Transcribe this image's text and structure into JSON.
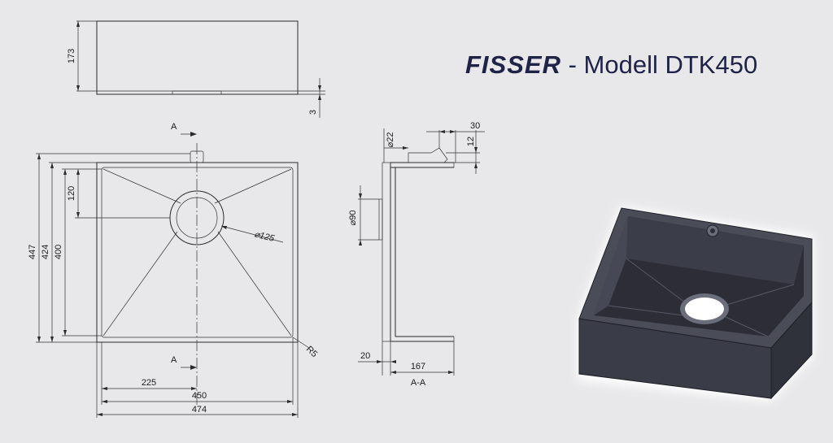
{
  "header": {
    "brand": "FISSER",
    "separator": " - ",
    "model": "Modell DTK450"
  },
  "colors": {
    "background": "#e8e8ea",
    "title": "#1f2347",
    "drawing_lines": "#2a2a2a",
    "sink_body": "#3a3c47",
    "sink_interior": "#2c2d36"
  },
  "top_view": {
    "dim_height": "173",
    "dim_rim": "3"
  },
  "plan_view": {
    "section_label_top": "A",
    "section_label_bottom": "A",
    "dim_447": "447",
    "dim_424": "424",
    "dim_400": "400",
    "dim_120": "120",
    "dim_drain": "⌀125",
    "dim_radius": "R5",
    "dim_225": "225",
    "dim_450": "450",
    "dim_474": "474"
  },
  "section_view": {
    "dim_22": "⌀22",
    "dim_30": "30",
    "dim_12": "12",
    "dim_90": "⌀90",
    "dim_20": "20",
    "dim_167": "167",
    "label": "A-A"
  }
}
